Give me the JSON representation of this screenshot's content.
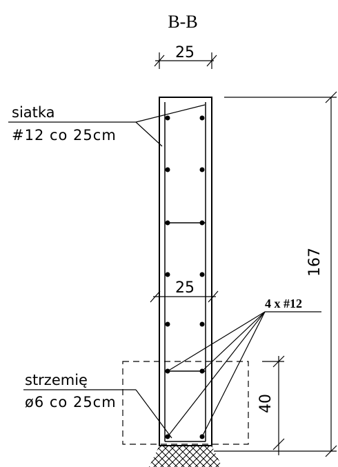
{
  "section_title": "B-B",
  "dimensions": {
    "top_width": "25",
    "mid_width": "25",
    "height": "167",
    "footing_depth": "40"
  },
  "labels": {
    "mesh_name": "siatka",
    "mesh_spec": "#12 co 25cm",
    "stirrup_name": "strzemię",
    "stirrup_spec": "ø6 co 25cm",
    "bars": "4 x #12"
  },
  "colors": {
    "line": "#000000",
    "background": "#ffffff"
  }
}
